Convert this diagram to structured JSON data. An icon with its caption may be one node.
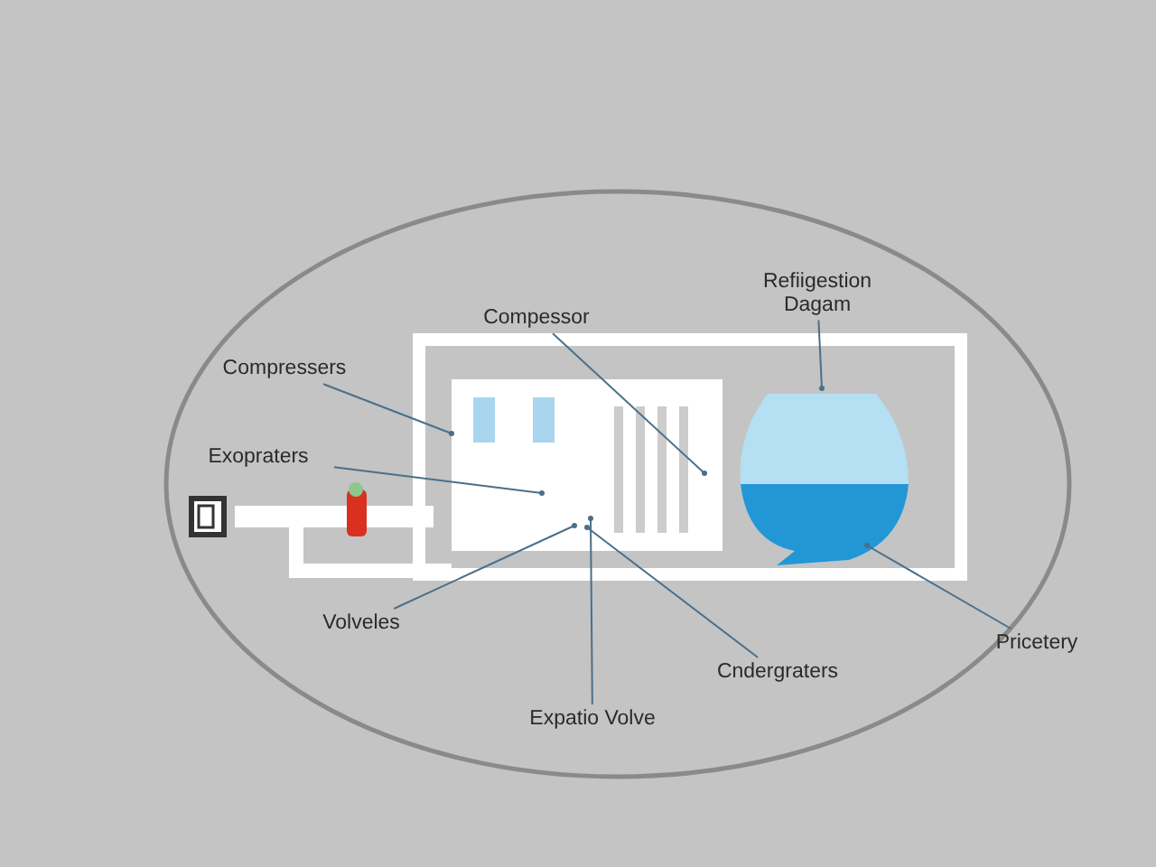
{
  "diagram": {
    "nodes": [
      {
        "text": [
          "Compessor"
        ]
      },
      {
        "text": [
          "Refiigestion Dagam"
        ]
      },
      {
        "text": [
          "Compressers"
        ]
      },
      {
        "text": [
          "Exopraters"
        ]
      },
      {
        "text": [
          "Volveles"
        ]
      },
      {
        "text": [
          "Expatio Volve"
        ]
      },
      {
        "text": [
          "Cndergraters"
        ]
      },
      {
        "text": [
          "Pricetery"
        ]
      }
    ],
    "edges": [
      {
        "from": 0,
        "to": null,
        "arrow": "other"
      },
      {
        "from": 1,
        "to": null,
        "arrow": "other"
      },
      {
        "from": 2,
        "to": null,
        "arrow": "other"
      },
      {
        "from": 3,
        "to": null,
        "arrow": "other"
      },
      {
        "from": 4,
        "to": null,
        "arrow": "other"
      },
      {
        "from": 5,
        "to": null,
        "arrow": "other"
      },
      {
        "from": 6,
        "to": null,
        "arrow": "other"
      },
      {
        "from": 7,
        "to": null,
        "arrow": "other"
      }
    ]
  }
}
